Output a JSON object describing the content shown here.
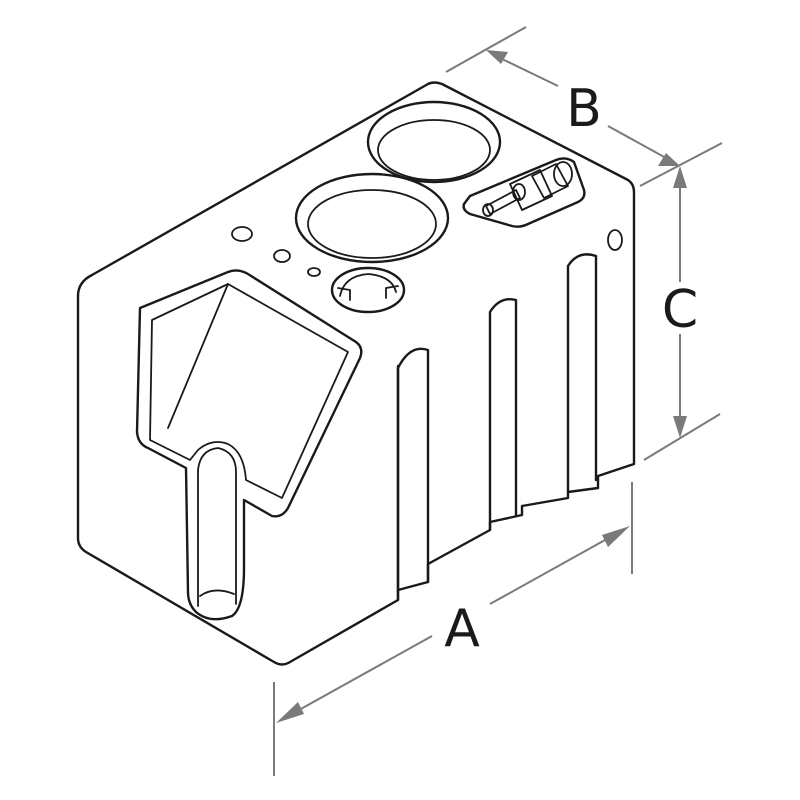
{
  "dimensions": {
    "a_label": "A",
    "b_label": "B",
    "c_label": "C"
  },
  "colors": {
    "outline": "#1a1a1a",
    "dimension_line": "#7a7a7a",
    "background": "#ffffff"
  }
}
